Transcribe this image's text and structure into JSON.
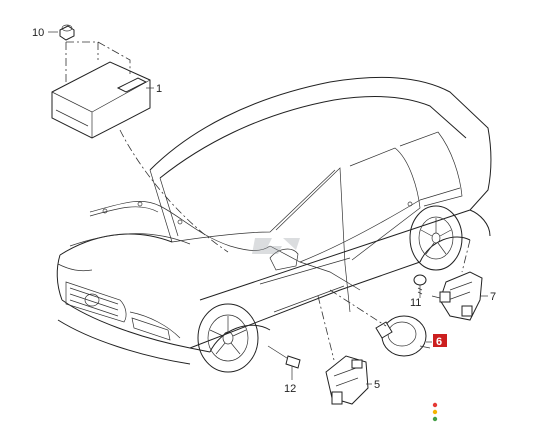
{
  "callouts": {
    "c1": "1",
    "c5": "5",
    "c6": "6",
    "c7": "7",
    "c10": "10",
    "c11": "11",
    "c12": "12"
  },
  "colors": {
    "badge": "#cc1f1f",
    "dot_red": "#e53935",
    "dot_yellow": "#f5b400",
    "dot_green": "#43a047"
  },
  "icons": {
    "status": "traffic-light-dots-icon",
    "watermark": "brand-watermark-icon"
  }
}
